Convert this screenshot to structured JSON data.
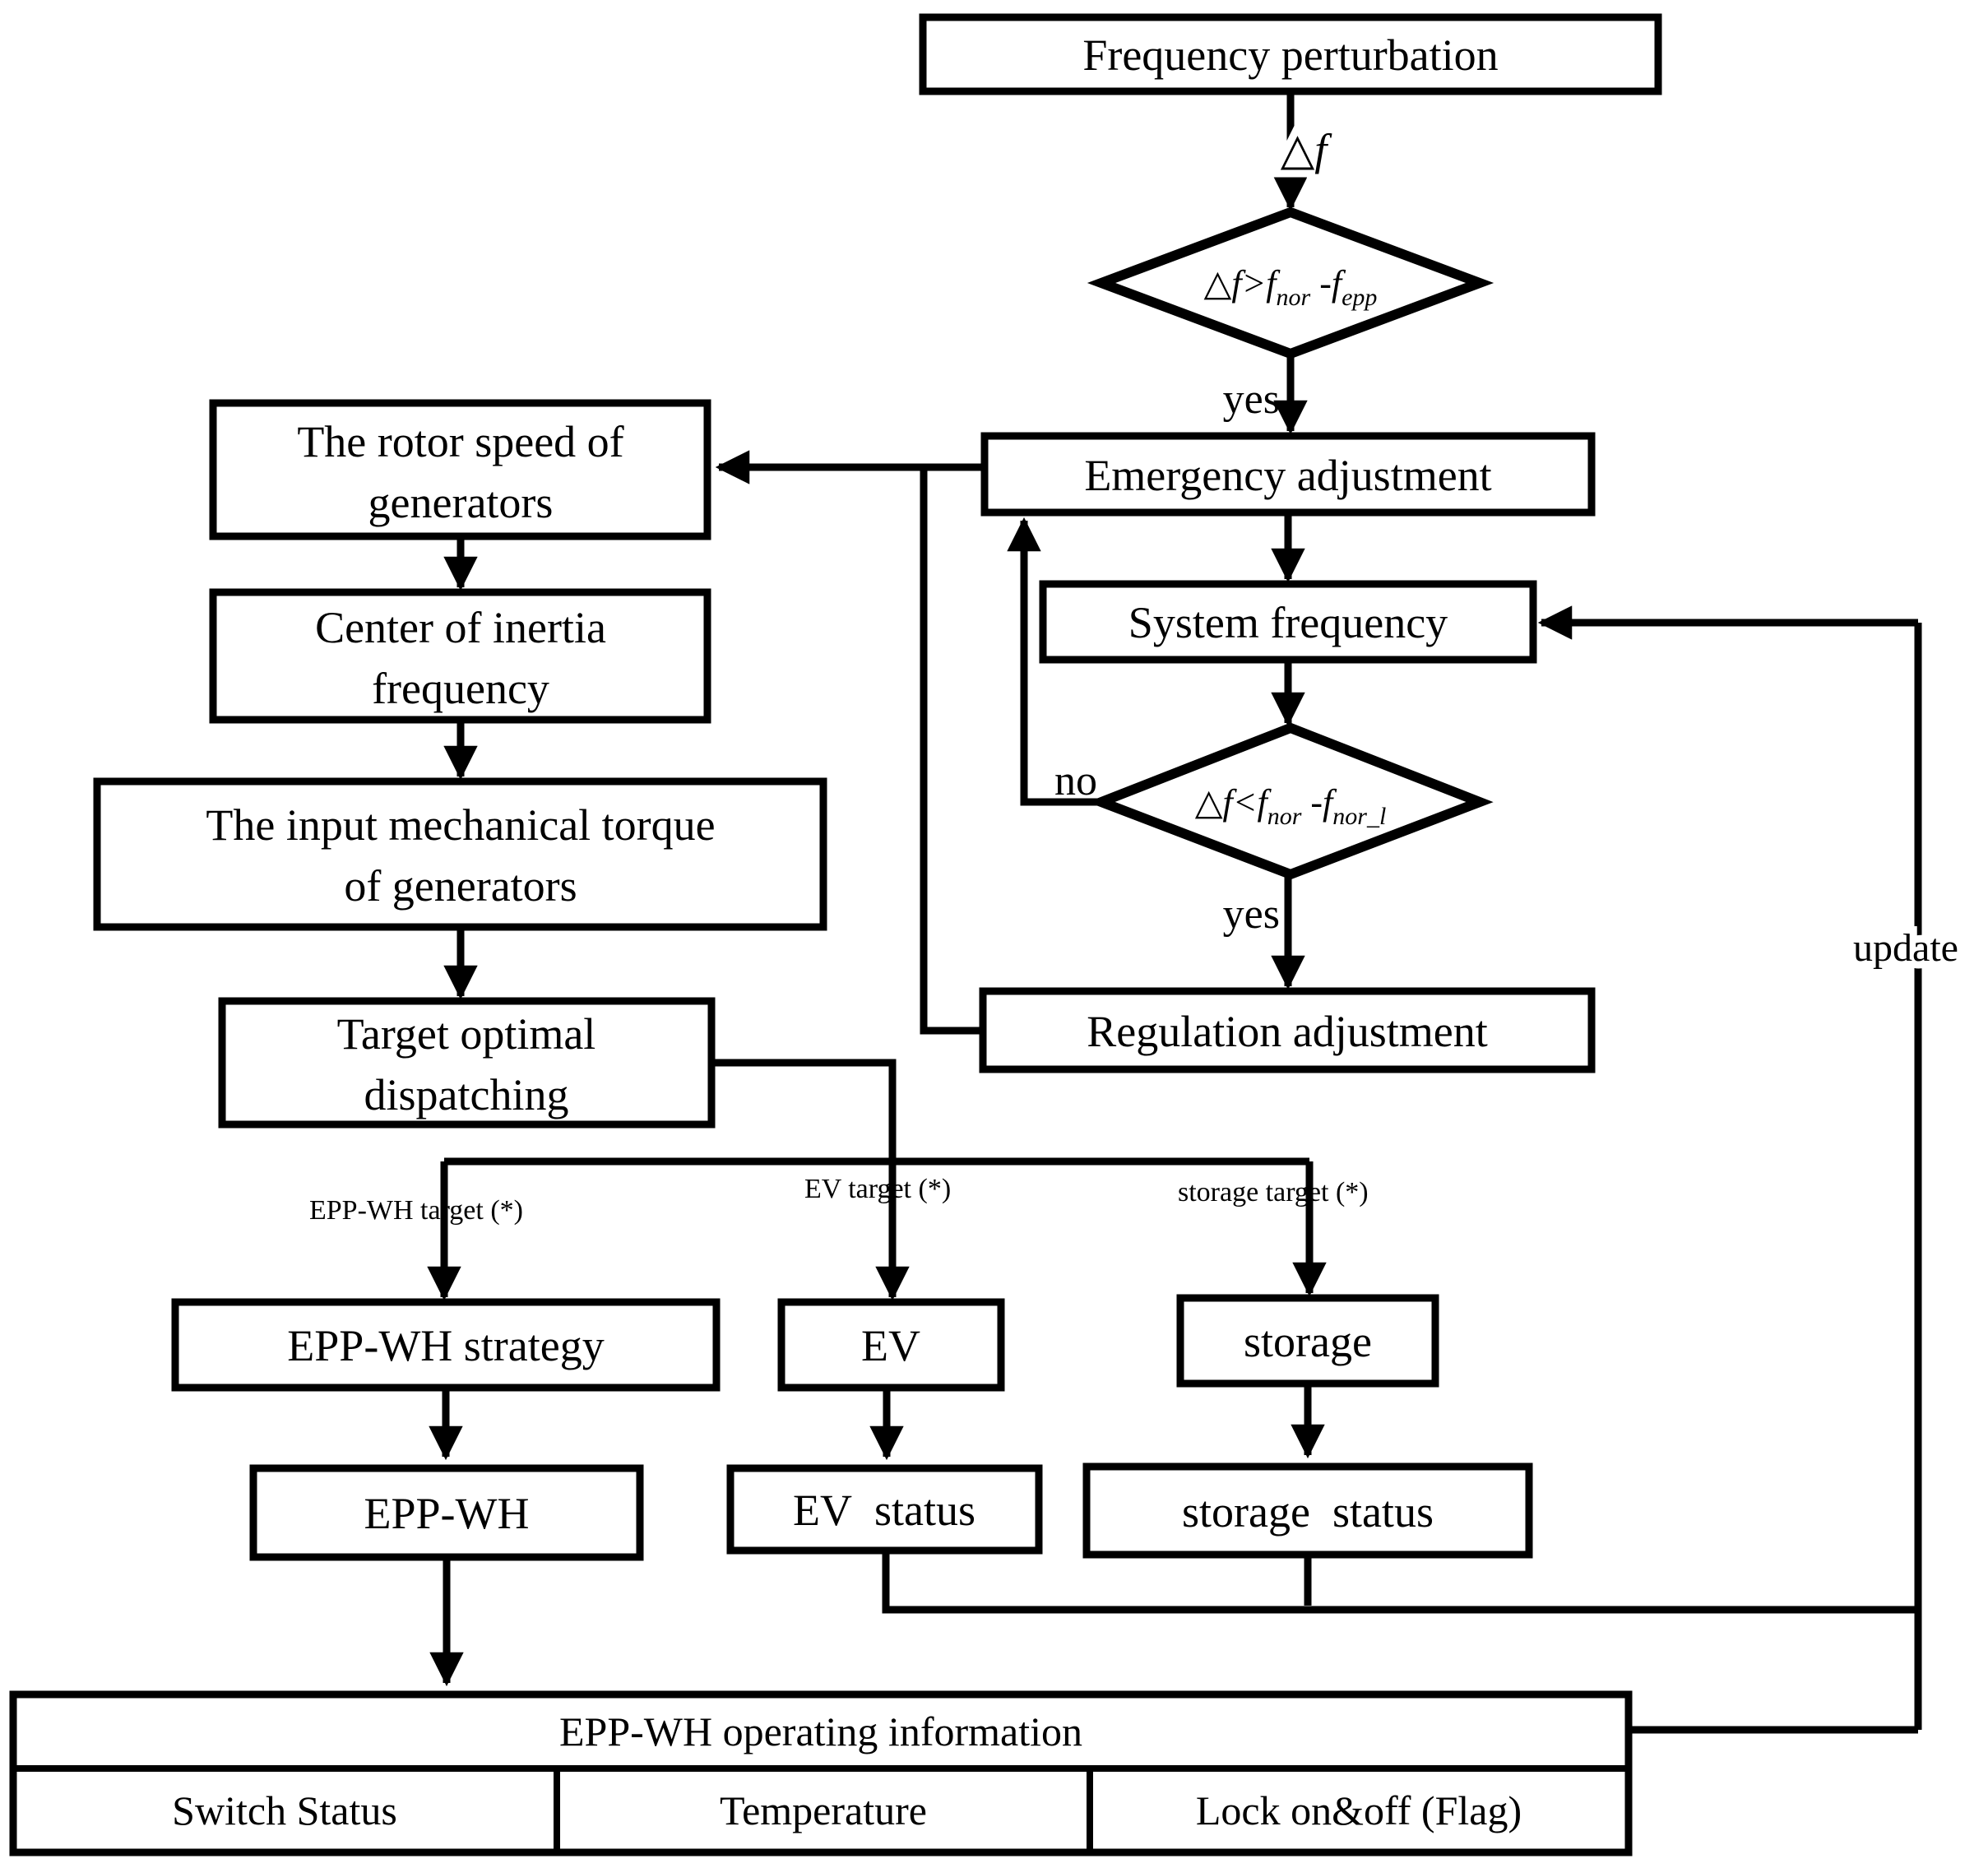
{
  "diagram": {
    "nodes": {
      "frequency_perturbation": {
        "label": "Frequency perturbation"
      },
      "decision_emergency": {
        "p1": "△f>f",
        "sub1": "nor",
        "p2": " -f",
        "sub2": "epp"
      },
      "emergency_adjustment": {
        "label": "Emergency adjustment"
      },
      "system_frequency": {
        "label": "System frequency"
      },
      "decision_regulation": {
        "p1": "△f<f",
        "sub1": "nor",
        "p2": " -f",
        "sub2": "nor_l"
      },
      "regulation_adjustment": {
        "label": "Regulation adjustment"
      },
      "rotor_speed": {
        "line1": "The rotor speed of",
        "line2": "generators"
      },
      "center_inertia": {
        "line1": "Center of inertia",
        "line2": "frequency"
      },
      "input_torque": {
        "line1": "The input mechanical torque",
        "line2": "of generators"
      },
      "target_dispatch": {
        "line1": "Target optimal",
        "line2": "dispatching"
      },
      "epp_wh_strategy": {
        "label": "EPP-WH strategy"
      },
      "ev": {
        "label": "EV"
      },
      "storage": {
        "label": "storage"
      },
      "epp_wh": {
        "label": "EPP-WH"
      },
      "ev_status": {
        "label": "EV  status"
      },
      "storage_status": {
        "label": "storage  status"
      }
    },
    "edge_labels": {
      "delta_f": "△f",
      "yes_top": "yes",
      "yes_bottom": "yes",
      "no": "no",
      "update": "update",
      "epp_wh_target": "EPP-WH target (*)",
      "ev_target": "EV target (*)",
      "storage_target": "storage target (*)"
    },
    "table": {
      "title": "EPP-WH operating information",
      "cells": [
        "Switch Status",
        "Temperature",
        "Lock on&off (Flag)"
      ]
    },
    "colors": {
      "stroke": "#000000",
      "background": "#ffffff"
    }
  }
}
